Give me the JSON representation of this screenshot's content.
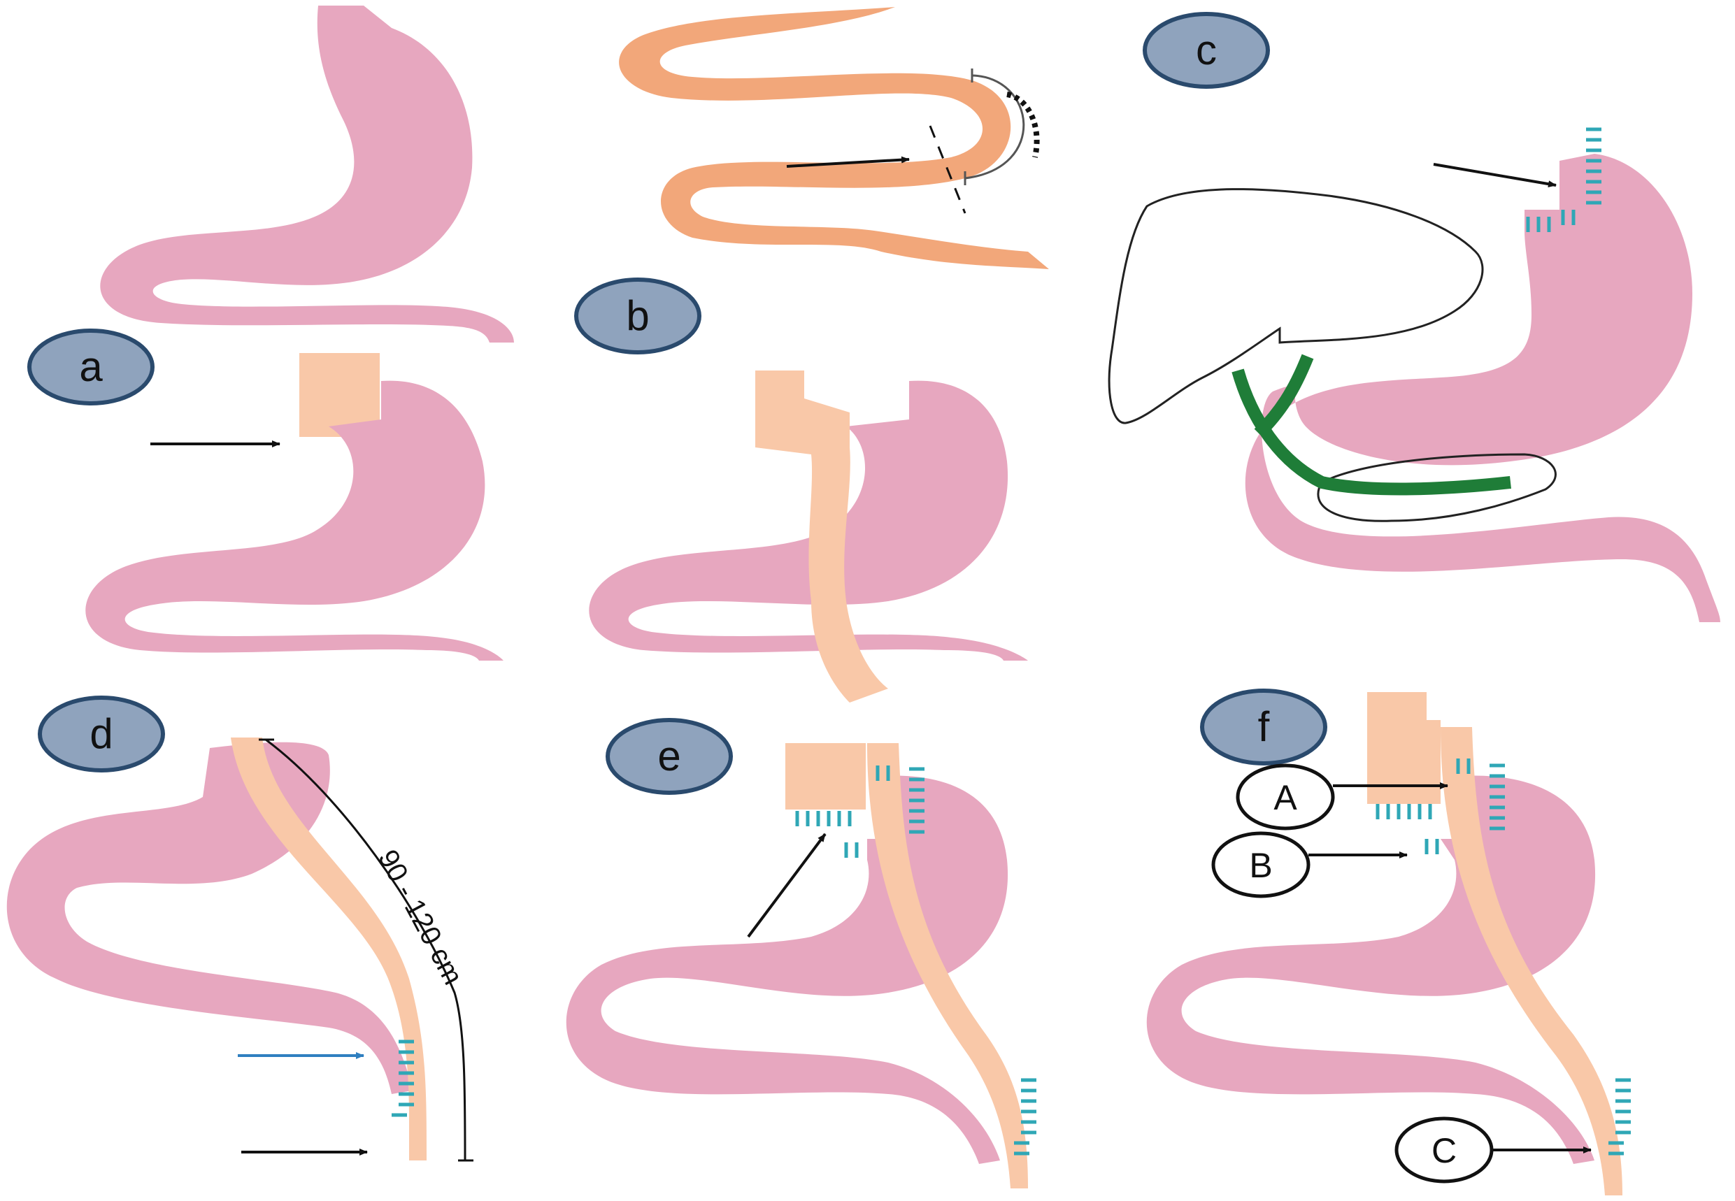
{
  "panels": {
    "a": {
      "label": "a"
    },
    "b": {
      "label": "b"
    },
    "c": {
      "label": "c"
    },
    "d": {
      "label": "d",
      "limb_length": "90 - 120 cm"
    },
    "e": {
      "label": "e"
    },
    "f": {
      "label": "f",
      "markers": {
        "A": "A",
        "B": "B",
        "C": "C"
      }
    }
  },
  "colors": {
    "stomach": "#e7a7bf",
    "jejunum": "#f2a77a",
    "limb": "#f9c8a8",
    "suture": "#2fa7b6",
    "vessel": "#1f7d38",
    "label_bubble": "#8fa3bd",
    "label_border": "#2a4a6d",
    "arrow": "#111111",
    "blue_arrow": "#2f7fc0"
  }
}
